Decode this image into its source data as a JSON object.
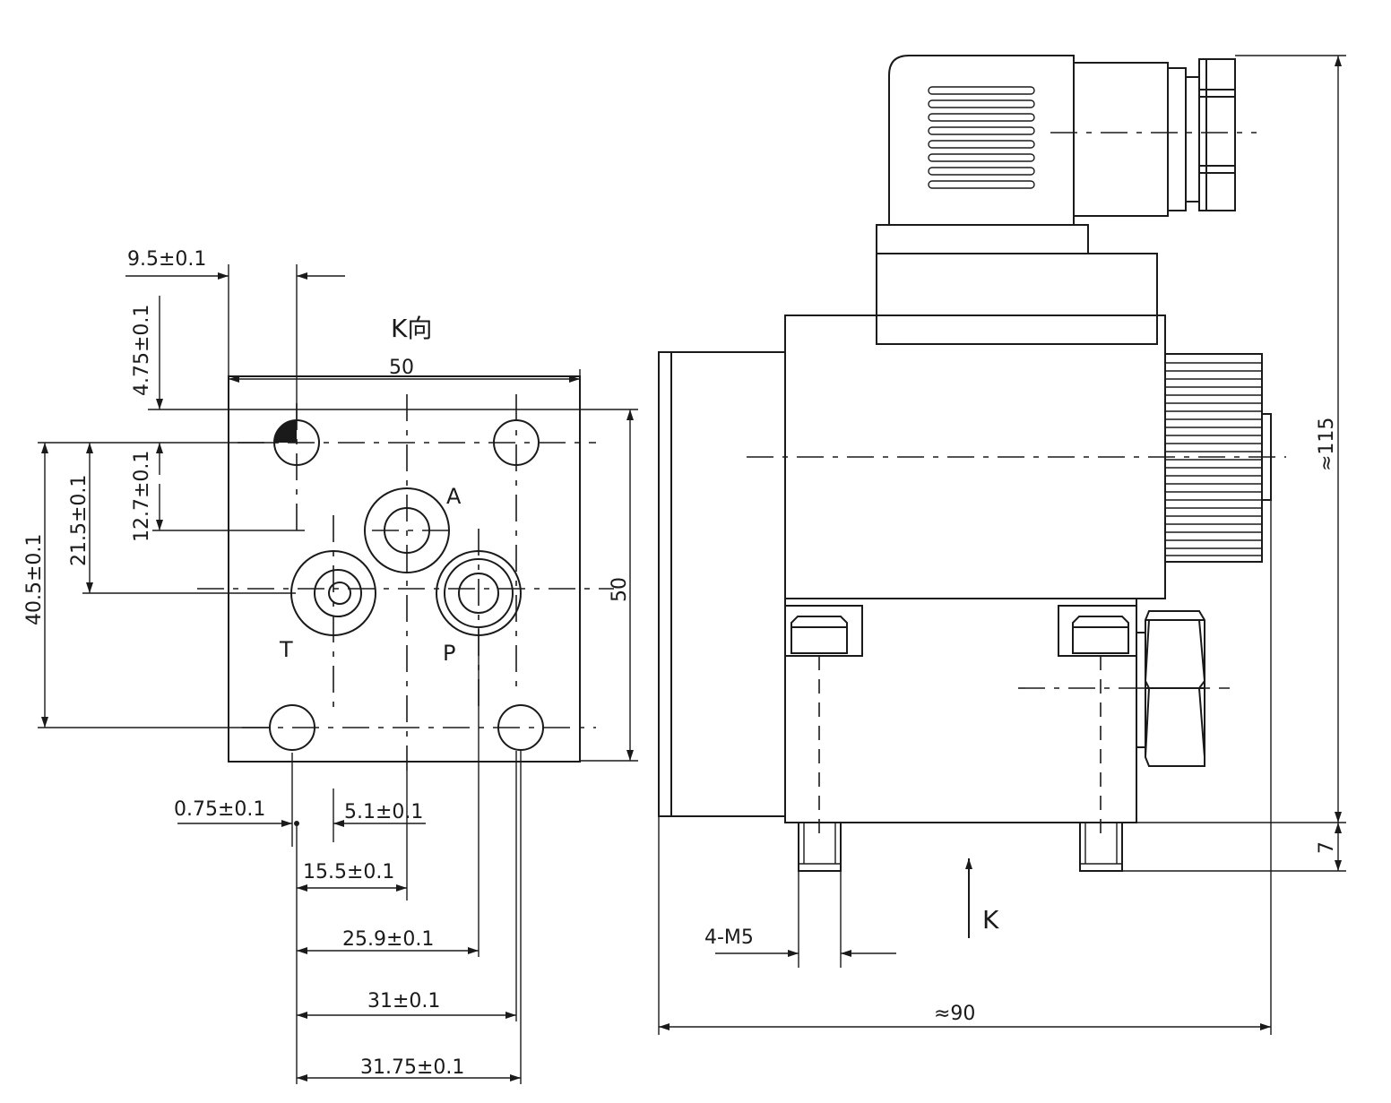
{
  "view_labels": {
    "k_view": "K向",
    "arrow_k": "K"
  },
  "ports": {
    "a": "A",
    "t": "T",
    "p": "P"
  },
  "dimensions": {
    "d_9_5": "9.5±0.1",
    "d_4_75": "4.75±0.1",
    "d_50_top": "50",
    "d_50_right": "50",
    "d_12_7": "12.7±0.1",
    "d_21_5": "21.5±0.1",
    "d_40_5": "40.5±0.1",
    "d_0_75": "0.75±0.1",
    "d_5_1": "5.1±0.1",
    "d_15_5": "15.5±0.1",
    "d_25_9": "25.9±0.1",
    "d_31": "31±0.1",
    "d_31_75": "31.75±0.1",
    "d_115": "≈115",
    "d_7": "7",
    "d_4m5": "4-M5",
    "d_90": "≈90"
  }
}
